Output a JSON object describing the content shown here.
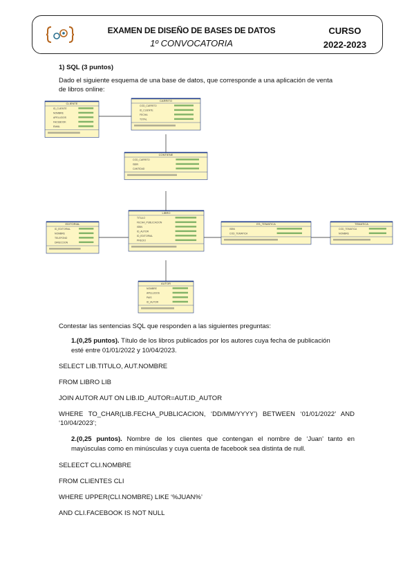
{
  "header": {
    "title": "EXAMEN DE DISEÑO DE BASES DE DATOS",
    "subtitle": "1º CONVOCATORIA",
    "curso_label": "CURSO",
    "year": "2022-2023"
  },
  "section": {
    "heading": "1) SQL (3 puntos)",
    "intro_line1": "Dado el siguiente esquema de una base de datos, que corresponde a una aplicación de venta",
    "intro_line2": "de libros online:"
  },
  "diagram": {
    "tables": [
      {
        "id": "clientes",
        "title": "CLIENTE",
        "rows": [
          "ID_CLIENTE",
          "NOMBRE",
          "APELLIDOS",
          "FACEBOOK",
          "EMAIL"
        ]
      },
      {
        "id": "carrito",
        "title": "CARRITO",
        "rows": [
          "COD_CARRITO",
          "ID_CLIENTE",
          "FECHA",
          "TOTAL"
        ]
      },
      {
        "id": "contiene",
        "title": "CONTIENE",
        "rows": [
          "COD_CARRITO",
          "ISBN",
          "CANTIDAD"
        ]
      },
      {
        "id": "libro",
        "title": "LIBRO",
        "rows": [
          "TITULO",
          "FECHA_PUBLICACION",
          "ISBN",
          "ID_AUTOR",
          "ID_EDITORIAL",
          "PRECIO"
        ]
      },
      {
        "id": "editorial",
        "title": "EDITORIAL",
        "rows": [
          "ID_EDITORIAL",
          "NOMBRE",
          "TELEFONO",
          "DIRECCION"
        ]
      },
      {
        "id": "es_tematica",
        "title": "ES_TEMATICA",
        "rows": [
          "ISBN",
          "COD_TEMATICA"
        ]
      },
      {
        "id": "tematica",
        "title": "TEMATICA",
        "rows": [
          "COD_TEMATICA",
          "NOMBRE"
        ]
      },
      {
        "id": "autor",
        "title": "AUTOR",
        "rows": [
          "NOMBRE",
          "APELLIDOS",
          "PAIS",
          "ID_AUTOR"
        ]
      }
    ]
  },
  "instructions": "Contestar las sentencias SQL que responden a las siguientes preguntas:",
  "q1": {
    "number": "1.(0,25 puntos).",
    "text_line1": " Título de los libros publicados por los autores cuya fecha de publicación",
    "text_line2": "esté entre 01/01/2022 y 10/04/2023.",
    "sql1": "SELECT LIB.TITULO, AUT.NOMBRE",
    "sql2": "FROM LIBRO LIB",
    "sql3": "JOIN AUTOR AUT ON LIB.ID_AUTOR=AUT.ID_AUTOR",
    "sql4a": "WHERE TO_CHAR(LIB.FECHA_PUBLICACION, ‘DD/MM/YYYY’) BETWEEN ‘01/01/2022’ AND",
    "sql4b": "‘10/04/2023’;"
  },
  "q2": {
    "number": "2.(0,25 puntos).",
    "text_line1": " Nombre de los clientes que contengan el nombre de ‘Juan’ tanto en",
    "text_line2": "mayúsculas como en minúsculas y cuya cuenta de facebook sea distinta de null.",
    "sql1": "SELEECT CLI.NOMBRE",
    "sql2": "FROM CLIENTES CLI",
    "sql3": "WHERE UPPER(CLI.NOMBRE) LIKE ‘%JUAN%’",
    "sql4": "AND CLI.FACEBOOK IS NOT NULL"
  },
  "colors": {
    "table_fill": "#fdf6c3",
    "table_border": "#1f3b8c",
    "key_color": "#1a7a1a"
  }
}
